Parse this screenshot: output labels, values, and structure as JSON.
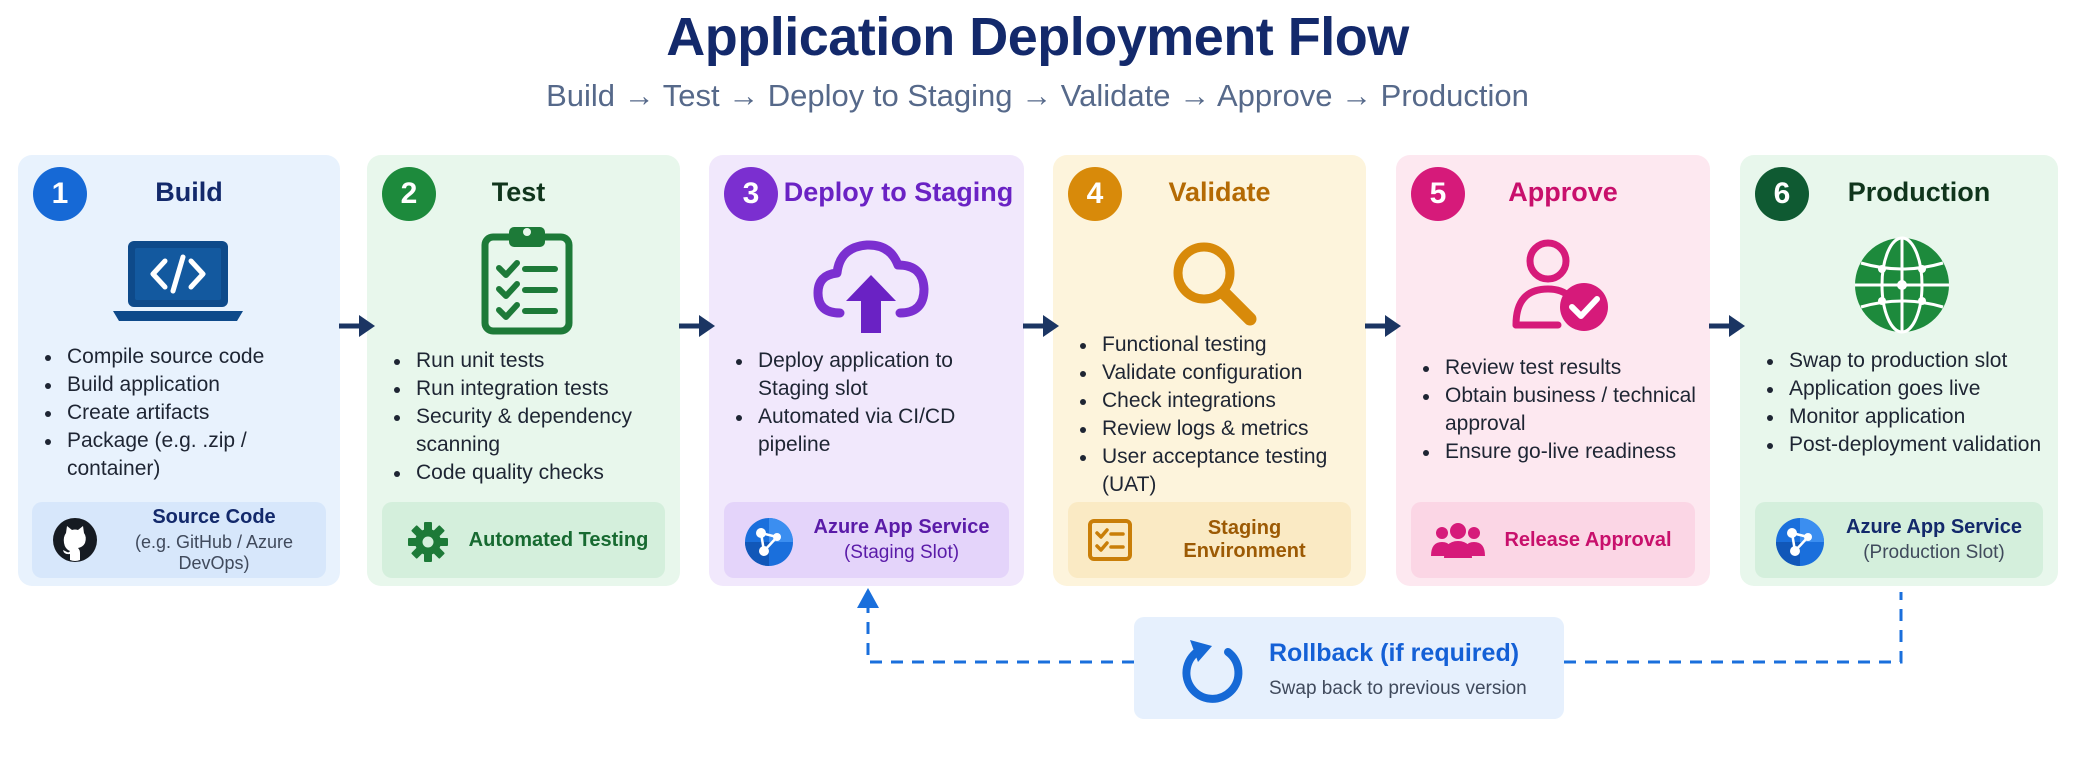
{
  "title": "Application Deployment Flow",
  "subtitle": "Build → Test → Deploy to Staging → Validate → Approve → Production",
  "stages": [
    {
      "number": "1",
      "title": "Build",
      "icon": "laptop-code-icon",
      "accent": "#1669d6",
      "bullets": [
        "Compile source code",
        "Build application",
        "Create artifacts",
        "Package (e.g. .zip / container)"
      ],
      "footer": {
        "icon": "github-icon",
        "label": "Source Code",
        "sublabel": "(e.g. GitHub / Azure DevOps)"
      }
    },
    {
      "number": "2",
      "title": "Test",
      "icon": "clipboard-checklist-icon",
      "accent": "#1d8a3c",
      "bullets": [
        "Run unit tests",
        "Run integration tests",
        "Security & dependency scanning",
        "Code quality checks"
      ],
      "footer": {
        "icon": "gear-icon",
        "label": "Automated Testing",
        "sublabel": ""
      }
    },
    {
      "number": "3",
      "title": "Deploy to Staging",
      "icon": "cloud-upload-icon",
      "accent": "#7b2fd0",
      "bullets": [
        "Deploy application to Staging slot",
        "Automated via CI/CD pipeline"
      ],
      "footer": {
        "icon": "azure-app-service-icon",
        "label": "Azure App Service",
        "sublabel": "(Staging Slot)"
      }
    },
    {
      "number": "4",
      "title": "Validate",
      "icon": "magnifier-icon",
      "accent": "#d88a0a",
      "bullets": [
        "Functional testing",
        "Validate configuration",
        "Check integrations",
        "Review logs & metrics",
        "User acceptance testing (UAT)"
      ],
      "footer": {
        "icon": "checklist-icon",
        "label": "Staging Environment",
        "sublabel": ""
      }
    },
    {
      "number": "5",
      "title": "Approve",
      "icon": "user-check-icon",
      "accent": "#d61a7a",
      "bullets": [
        "Review test results",
        "Obtain business / technical approval",
        "Ensure go-live readiness"
      ],
      "footer": {
        "icon": "team-icon",
        "label": "Release Approval",
        "sublabel": ""
      }
    },
    {
      "number": "6",
      "title": "Production",
      "icon": "globe-icon",
      "accent": "#0f5a32",
      "bullets": [
        "Swap to production slot",
        "Application goes live",
        "Monitor application",
        "Post-deployment validation"
      ],
      "footer": {
        "icon": "azure-app-service-icon",
        "label": "Azure App Service",
        "sublabel": "(Production Slot)"
      }
    }
  ],
  "rollback": {
    "icon": "refresh-icon",
    "title": "Rollback (if required)",
    "subtitle": "Swap back to previous version"
  },
  "colors": {
    "title": "#13296b",
    "arrows": "#1b3563",
    "rollback_line": "#1a6fdc"
  }
}
